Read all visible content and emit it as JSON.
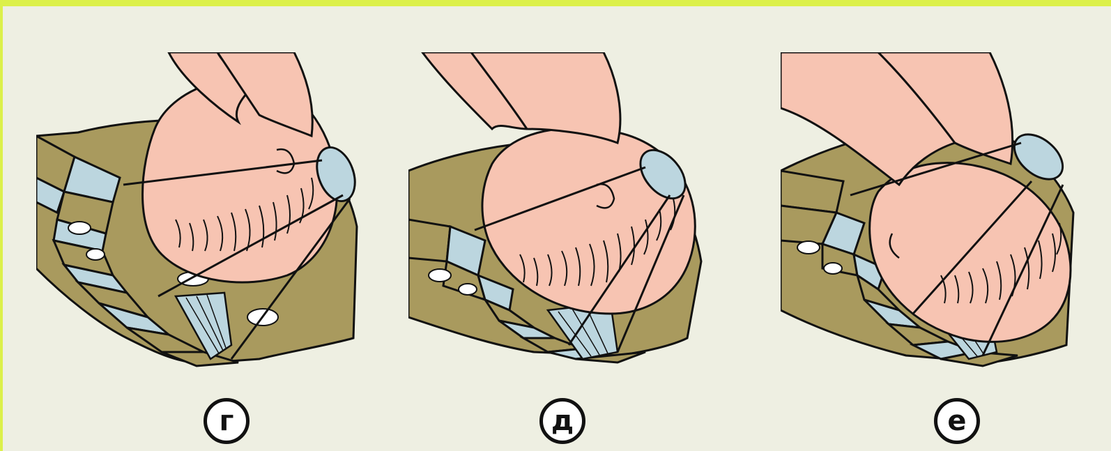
{
  "panels": [
    {
      "id": "g",
      "label": "г"
    },
    {
      "id": "d",
      "label": "д"
    },
    {
      "id": "e",
      "label": "е"
    }
  ],
  "colors": {
    "background": "#eeefe2",
    "border_accent": "#dcf04a",
    "pelvis_olive": "#a99a5e",
    "cartilage_blue": "#bcd6df",
    "skin_pink": "#f7c4b2",
    "outline": "#111111"
  }
}
